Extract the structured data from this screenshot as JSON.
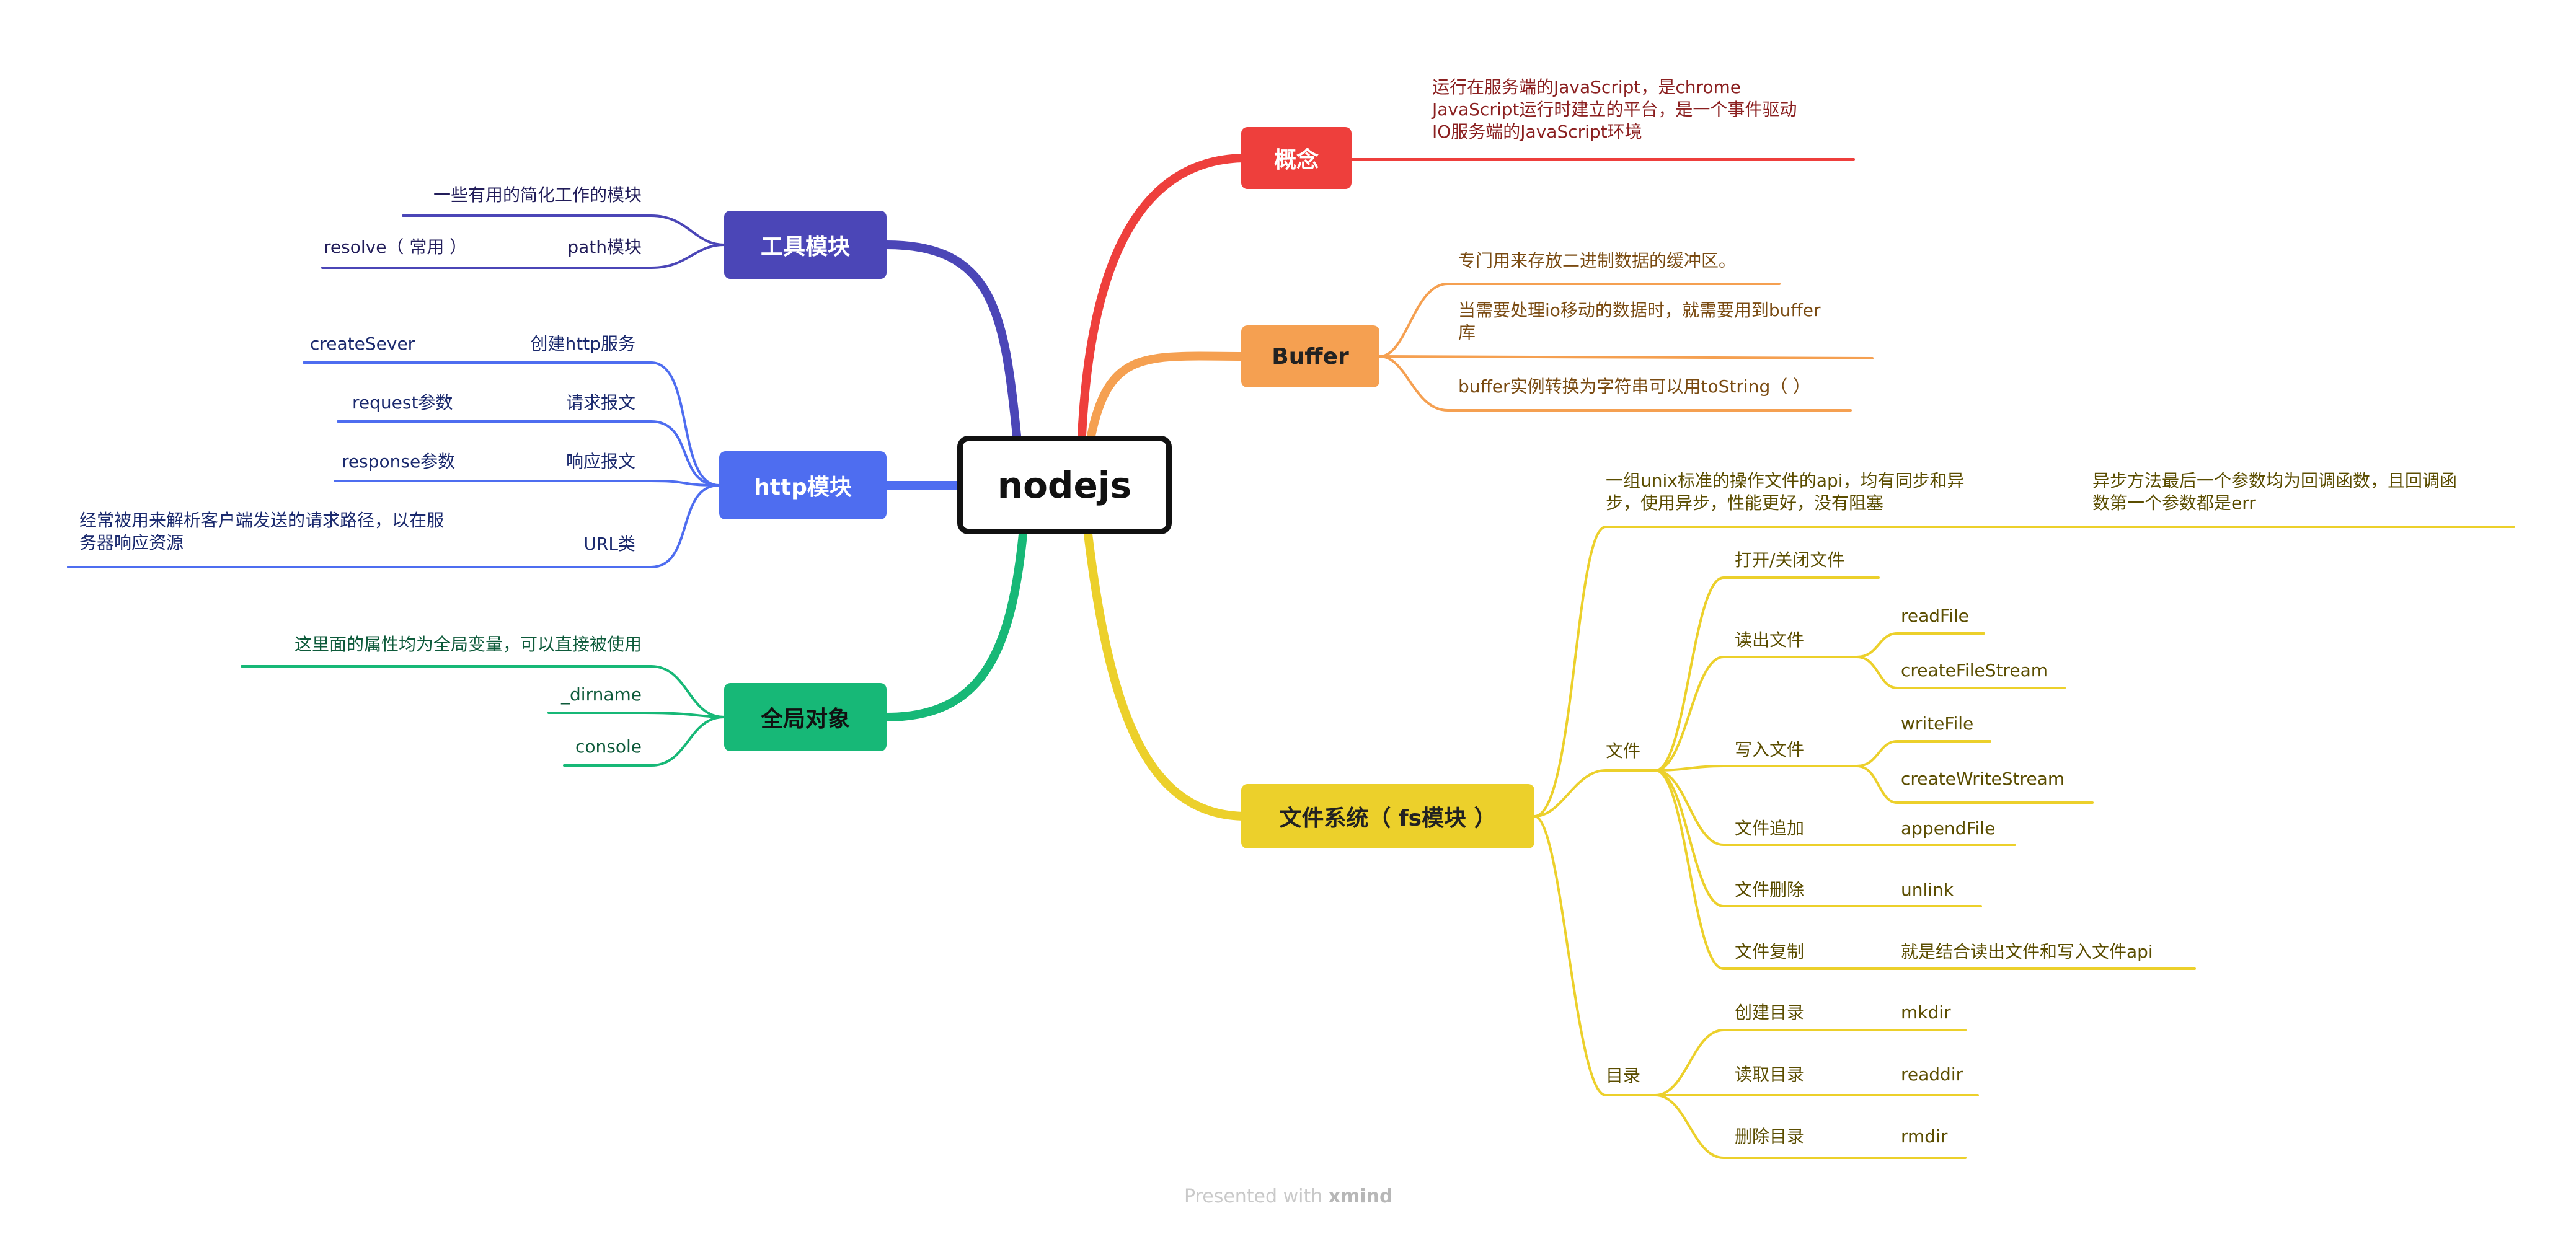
{
  "root": {
    "label": "nodejs"
  },
  "colors": {
    "red": "#ee3f3c",
    "orange": "#f5a051",
    "yellow": "#ecd02b",
    "green": "#17b877",
    "blue": "#4e6df0",
    "purple": "#4b46b7"
  },
  "branches": {
    "concept": {
      "label": "概念",
      "desc_lines": [
        "运行在服务端的JavaScript，是chrome",
        "JavaScript运行时建立的平台，是一个事件驱动",
        "IO服务端的JavaScript环境"
      ]
    },
    "buffer": {
      "label": "Buffer",
      "items": [
        {
          "lines": [
            "专门用来存放二进制数据的缓冲区。"
          ]
        },
        {
          "lines": [
            "当需要处理io移动的数据时，就需要用到buffer",
            "库"
          ]
        },
        {
          "lines": [
            "buffer实例转换为字符串可以用toString（ ）"
          ]
        }
      ]
    },
    "fs": {
      "label": "文件系统（ fs模块 ）",
      "intro_lines": [
        "一组unix标准的操作文件的api，均有同步和异",
        "步，使用异步，性能更好，没有阻塞"
      ],
      "note_lines": [
        "异步方法最后一个参数均为回调函数，且回调函",
        "数第一个参数都是err"
      ],
      "file": {
        "label": "文件",
        "items": [
          {
            "label": "打开/关闭文件",
            "children": []
          },
          {
            "label": "读出文件",
            "children": [
              "readFile",
              "createFileStream"
            ]
          },
          {
            "label": "写入文件",
            "children": [
              "writeFile",
              "createWriteStream"
            ]
          },
          {
            "label": "文件追加",
            "children": [
              "appendFile"
            ]
          },
          {
            "label": "文件删除",
            "children": [
              "unlink"
            ]
          },
          {
            "label": "文件复制",
            "children": [
              "就是结合读出文件和写入文件api"
            ]
          }
        ]
      },
      "dir": {
        "label": "目录",
        "items": [
          {
            "label": "创建目录",
            "children": [
              "mkdir"
            ]
          },
          {
            "label": "读取目录",
            "children": [
              "readdir"
            ]
          },
          {
            "label": "删除目录",
            "children": [
              "rmdir"
            ]
          }
        ]
      }
    },
    "tools": {
      "label": "工具模块",
      "desc": "一些有用的简化工作的模块",
      "path": {
        "label": "path模块",
        "child": "resolve（ 常用 ）"
      }
    },
    "http": {
      "label": "http模块",
      "items": [
        {
          "label": "创建http服务",
          "child": "createSever"
        },
        {
          "label": "请求报文",
          "child": "request参数"
        },
        {
          "label": "响应报文",
          "child": "response参数"
        },
        {
          "label": "URL类",
          "child_lines": [
            "经常被用来解析客户端发送的请求路径，以在服",
            "务器响应资源"
          ]
        }
      ]
    },
    "global": {
      "label": "全局对象",
      "items": [
        "这里面的属性均为全局变量，可以直接被使用",
        "_dirname",
        "console"
      ]
    }
  },
  "footer": {
    "prefix": "Presented with ",
    "brand": "xmind"
  }
}
